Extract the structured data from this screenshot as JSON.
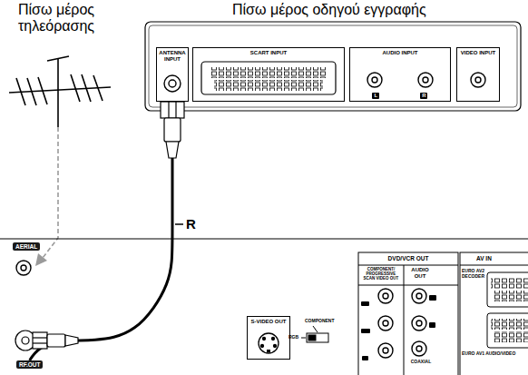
{
  "diagram": {
    "nodes": [
      {
        "text": [
          "ANTENNA INPUT"
        ]
      },
      {
        "text": [
          "SCART INPUT"
        ]
      },
      {
        "text": [
          "AUDIO INPUT",
          "L",
          "R"
        ]
      },
      {
        "text": [
          "VIDEO INPUT"
        ]
      },
      {
        "text": [
          "AERIAL"
        ]
      },
      {
        "text": [
          "RF.OUT"
        ]
      },
      {
        "text": [
          "S-VIDEO OUT"
        ]
      }
    ],
    "edges": [
      {
        "from": 0,
        "to": 5,
        "arrow": "none",
        "label": "R"
      }
    ],
    "labels": [
      "Πίσω μέρος τηλεόρασης",
      "Πίσω μέρος οδηγού εγγραφής",
      "DVD/VCR OUT",
      "COMPONENT/ PROGRESSIVE SCAN VIDEO OUT",
      "AUDIO OUT",
      "Pr",
      "Pb",
      "Y",
      "R",
      "L",
      "COAXIAL",
      "COMPONENT",
      "RGB",
      "AV IN",
      "EURO AV2 DECODER",
      "EURO AV1 AUDIO/VIDEO"
    ]
  }
}
